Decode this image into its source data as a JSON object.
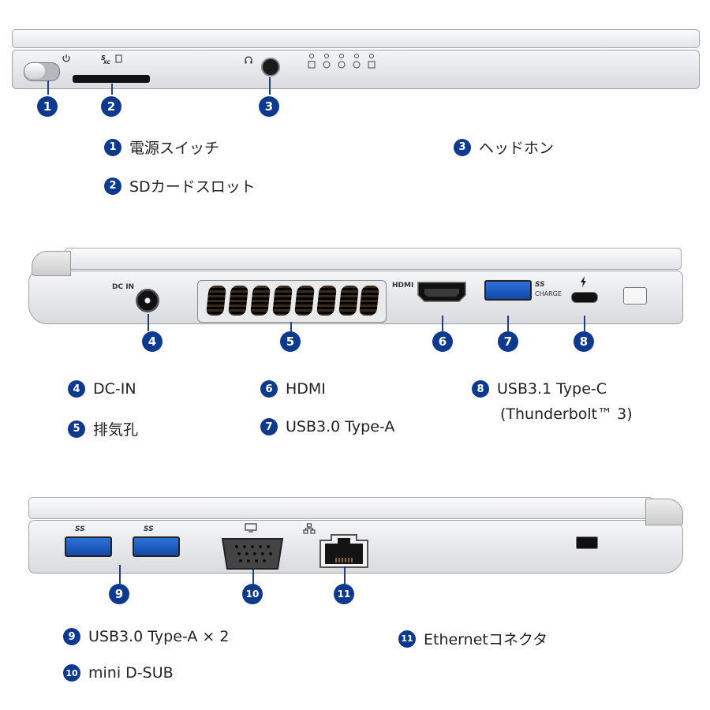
{
  "front_labels": {
    "power": "電源スイッチ",
    "sd": "SDカードスロット",
    "headphone": "ヘッドホン"
  },
  "left_labels": {
    "dc_in": "DC-IN",
    "vent": "排気孔",
    "hdmi": "HDMI",
    "usb30": "USB3.0 Type-A",
    "usbc": "USB3.1 Type-C",
    "usbc_sub": "(Thunderbolt™ 3)"
  },
  "right_labels": {
    "usb_x2": "USB3.0 Type-A × 2",
    "dsub": "mini D-SUB",
    "ethernet": "Ethernetコネクタ"
  },
  "port_markings": {
    "dc_in": "DC IN",
    "hdmi": "HDMI",
    "ss": "SS",
    "charge": "CHARGE"
  },
  "badges": [
    "1",
    "2",
    "3",
    "4",
    "5",
    "6",
    "7",
    "8",
    "9",
    "10",
    "11"
  ],
  "colors": {
    "badge": "#0d3a8e",
    "usb_blue": "#1f5fc7"
  }
}
